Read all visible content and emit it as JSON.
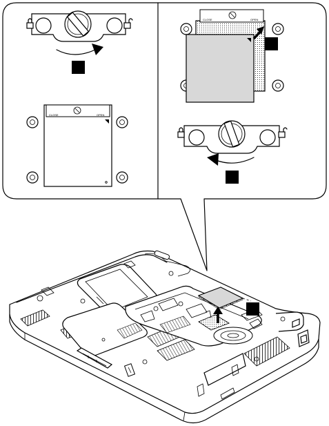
{
  "labels": {
    "top_left_lock": "CLOSE",
    "top_left_unlock": "OPEN",
    "bottom_left_lock": "CLOSE",
    "bottom_left_unlock": "OPEN",
    "top_right_lock": "CLOSE",
    "top_right_unlock": "OPEN"
  },
  "steps": [
    {
      "id": "step-1",
      "label": ""
    },
    {
      "id": "step-2",
      "label": ""
    },
    {
      "id": "step-3",
      "label": ""
    },
    {
      "id": "step-4",
      "label": ""
    }
  ],
  "colors": {
    "line": "#000000",
    "cpu_fill": "#d8d8d8",
    "background": "#ffffff"
  }
}
